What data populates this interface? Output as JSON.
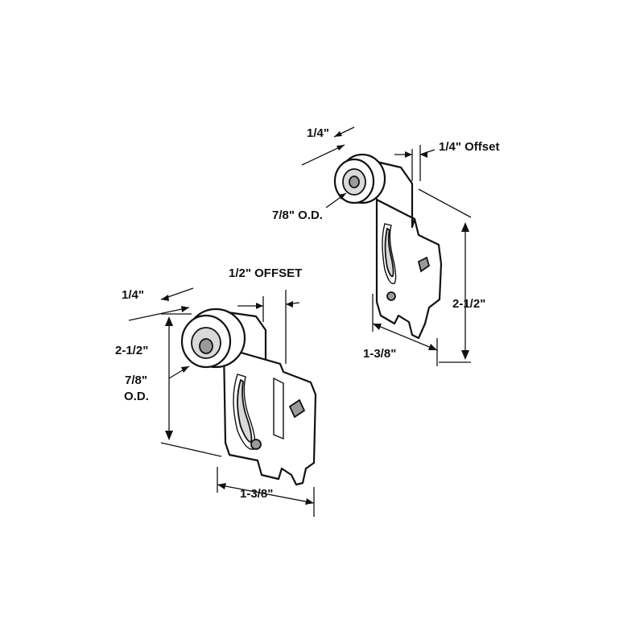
{
  "bracket_right": {
    "wheel_width": "1/4\"",
    "offset": "1/4\" Offset",
    "wheel_diameter": "7/8\" O.D.",
    "height": "2-1/2\"",
    "width": "1-3/8\""
  },
  "bracket_left": {
    "wheel_width": "1/4\"",
    "offset": "1/2\" OFFSET",
    "height": "2-1/2\"",
    "wheel_diameter_line1": "7/8\"",
    "wheel_diameter_line2": "O.D.",
    "width": "1-3/8\""
  }
}
